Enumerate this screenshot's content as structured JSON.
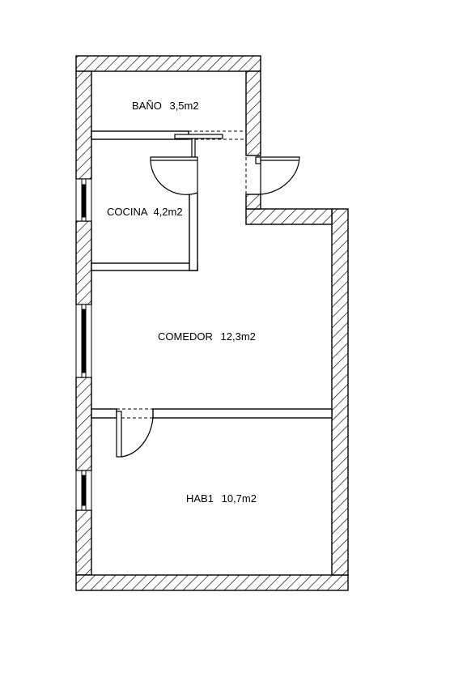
{
  "rooms": {
    "bano": {
      "name": "BAÑO",
      "area": "3,5m2"
    },
    "cocina": {
      "name": "COCINA",
      "area": "4,2m2"
    },
    "comedor": {
      "name": "COMEDOR",
      "area": "12,3m2"
    },
    "hab1": {
      "name": "HAB1",
      "area": "10,7m2"
    }
  },
  "colors": {
    "line": "#000000",
    "background": "#ffffff"
  }
}
